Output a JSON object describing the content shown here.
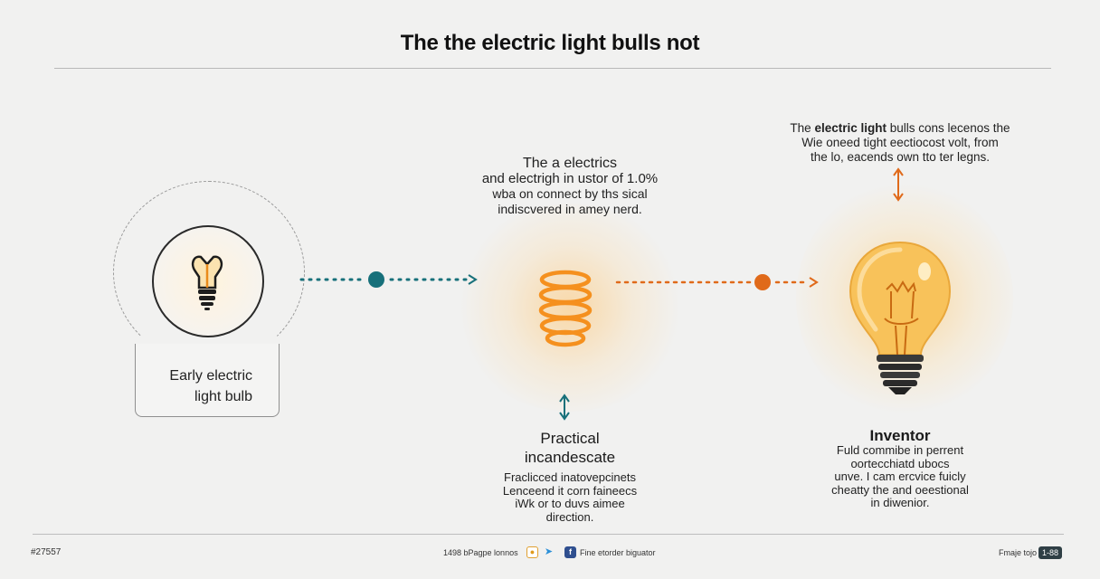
{
  "header": {
    "title": "The the electric light bulls not"
  },
  "stages": {
    "early": {
      "label_lines": [
        "Early electric",
        "light bulb"
      ]
    },
    "middle": {
      "lines": [
        "The a electrics",
        "and electrigh in ustor of 1.0%",
        "wba on connect by ths sical",
        "indiscvered in amey nerd."
      ]
    },
    "practical": {
      "heading_lines": [
        "Practical",
        "incandescate"
      ],
      "lines": [
        "Fraclicced inatovepcinets",
        "Lenceend it corn faineecs",
        "iWk or to duvs aimee",
        "direction."
      ]
    },
    "right_note": {
      "bold": "electric light",
      "line1_pre": "The ",
      "line1_post": " bulls cons lecenos the",
      "lines": [
        "Wie oneed tight eectiocost volt, from",
        "the lo, eacends own tto ter legns."
      ]
    },
    "inventor": {
      "heading": "Inventor",
      "lines": [
        "Fuld commibe in perrent",
        "oortecchiatd ubocs",
        "unve. I cam ercvice fuicly",
        "cheatty the and oeestional",
        "in diwenior."
      ]
    }
  },
  "footer": {
    "id": "#27557",
    "center_text": "1498 bPagpe lonnos",
    "fb_text": "Fine etorder biguator",
    "right_label": "Fmaje tojo",
    "badge": "1-88"
  },
  "colors": {
    "teal": "#17707a",
    "orange": "#e06a1a",
    "coil": "#f5901e",
    "bulb": "#f6b13a"
  },
  "icons": [
    "bulb-icon",
    "filament-coil-icon",
    "incandescent-bulb-icon",
    "double-arrow-icon",
    "sun-icon",
    "twitter-icon",
    "facebook-icon"
  ]
}
